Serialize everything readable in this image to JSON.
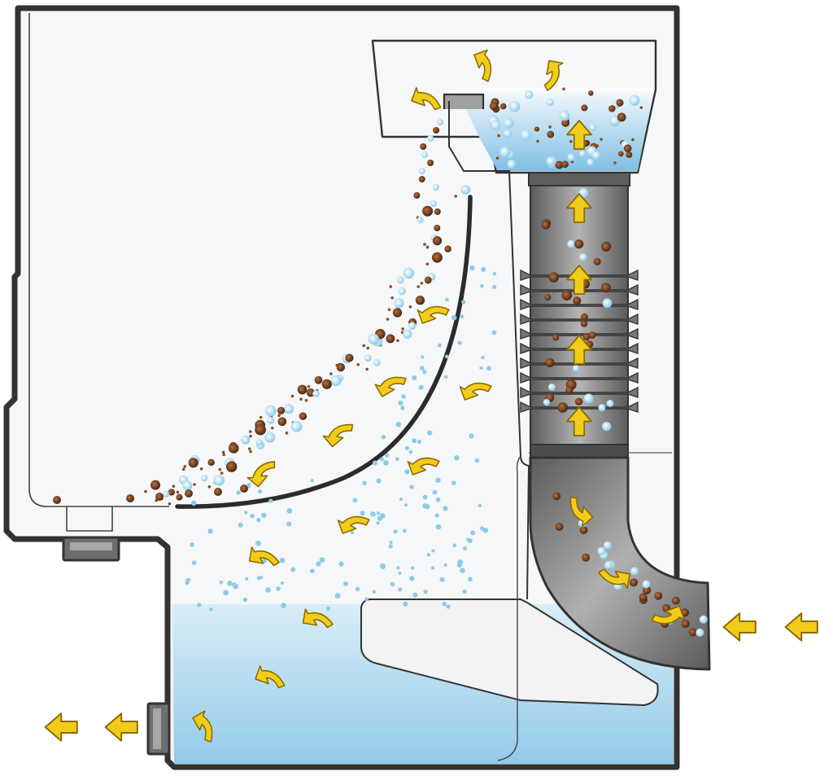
{
  "diagram": {
    "kind": "separator-cross-section",
    "labels": [],
    "colors": {
      "outline": "#333333",
      "housing_fill": "#f6f7f8",
      "water_light": "#e8f3fa",
      "water_deep": "#7fbfe2",
      "arrow_fill": "#f2cc1a",
      "arrow_stroke": "#8a6a00",
      "solid_particle": "#8a4e2b",
      "solid_particle_dark": "#4a2612",
      "bubble": "#8ccbe9",
      "pipe_dark": "#5b5b5b",
      "pipe_light": "#b4b4b4"
    },
    "flow_sequence": [
      "inlet-arrows",
      "inlet-bend-arrows",
      "riser-arrows",
      "overflow-arrows",
      "deflector-arrows",
      "settling-arrows",
      "outlet-arrows"
    ],
    "icons": [
      "flow-arrow-icon",
      "solid-particle-icon",
      "bubble-icon"
    ]
  }
}
